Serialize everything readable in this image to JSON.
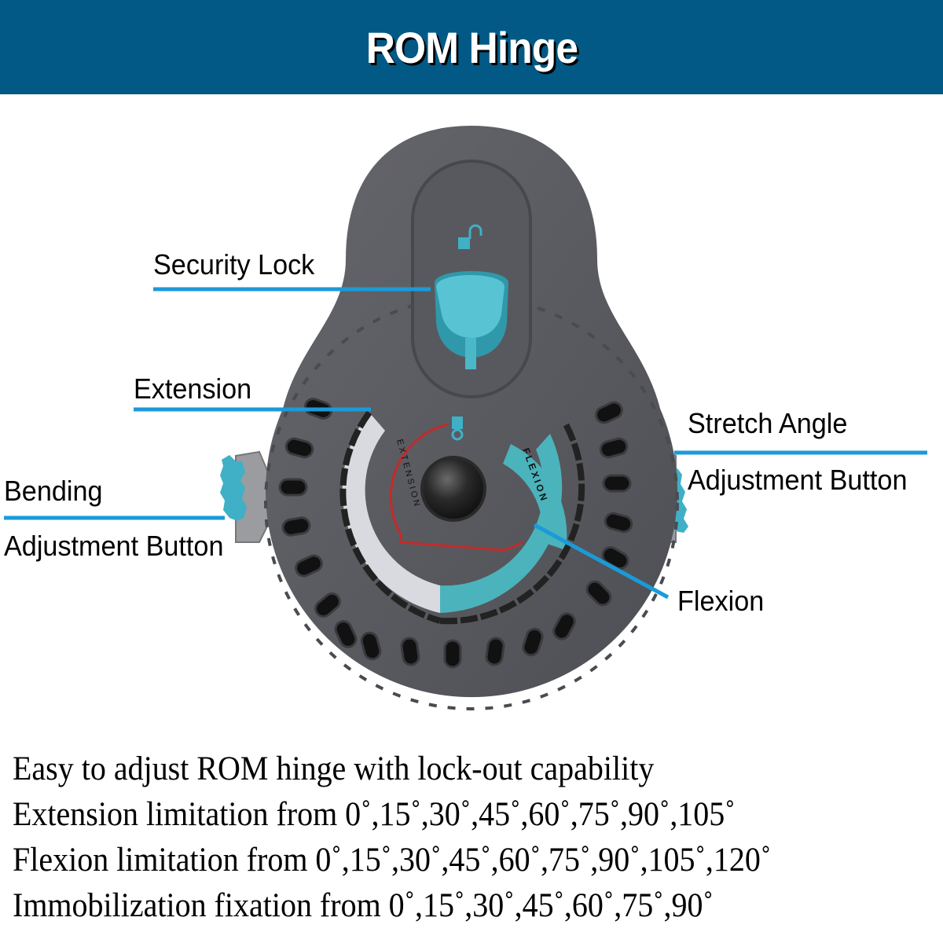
{
  "header": {
    "title": "ROM Hinge",
    "background_color": "#025985"
  },
  "diagram": {
    "accent_color": "#1b9ad9",
    "device_color": "#5a5b60",
    "dial_teal": "#4bb3bc",
    "callouts": {
      "security_lock": "Security Lock",
      "extension": "Extension",
      "bending_line1": "Bending",
      "bending_line2": "Adjustment Button",
      "stretch_line1": "Stretch Angle",
      "stretch_line2": "Adjustment Button",
      "flexion": "Flexion"
    },
    "dial": {
      "extension_label": "EXTENSION",
      "flexion_label": "FLEXION",
      "extension_scale": [
        "0",
        "15",
        "30",
        "45",
        "60",
        "75",
        "90",
        "105"
      ],
      "flexion_scale": [
        "0",
        "15",
        "30",
        "45",
        "60",
        "75",
        "90",
        "105",
        "120"
      ],
      "immobilization_scale": [
        "0",
        "15",
        "30",
        "45",
        "60",
        "75",
        "90"
      ],
      "icons": [
        "unlocked-padlock-icon",
        "locked-padlock-icon"
      ]
    }
  },
  "features": [
    "Easy to adjust ROM hinge with lock-out capability",
    "Extension limitation from 0˚,15˚,30˚,45˚,60˚,75˚,90˚,105˚",
    "Flexion limitation from 0˚,15˚,30˚,45˚,60˚,75˚,90˚,105˚,120˚",
    "Immobilization fixation from 0˚,15˚,30˚,45˚,60˚,75˚,90˚"
  ]
}
